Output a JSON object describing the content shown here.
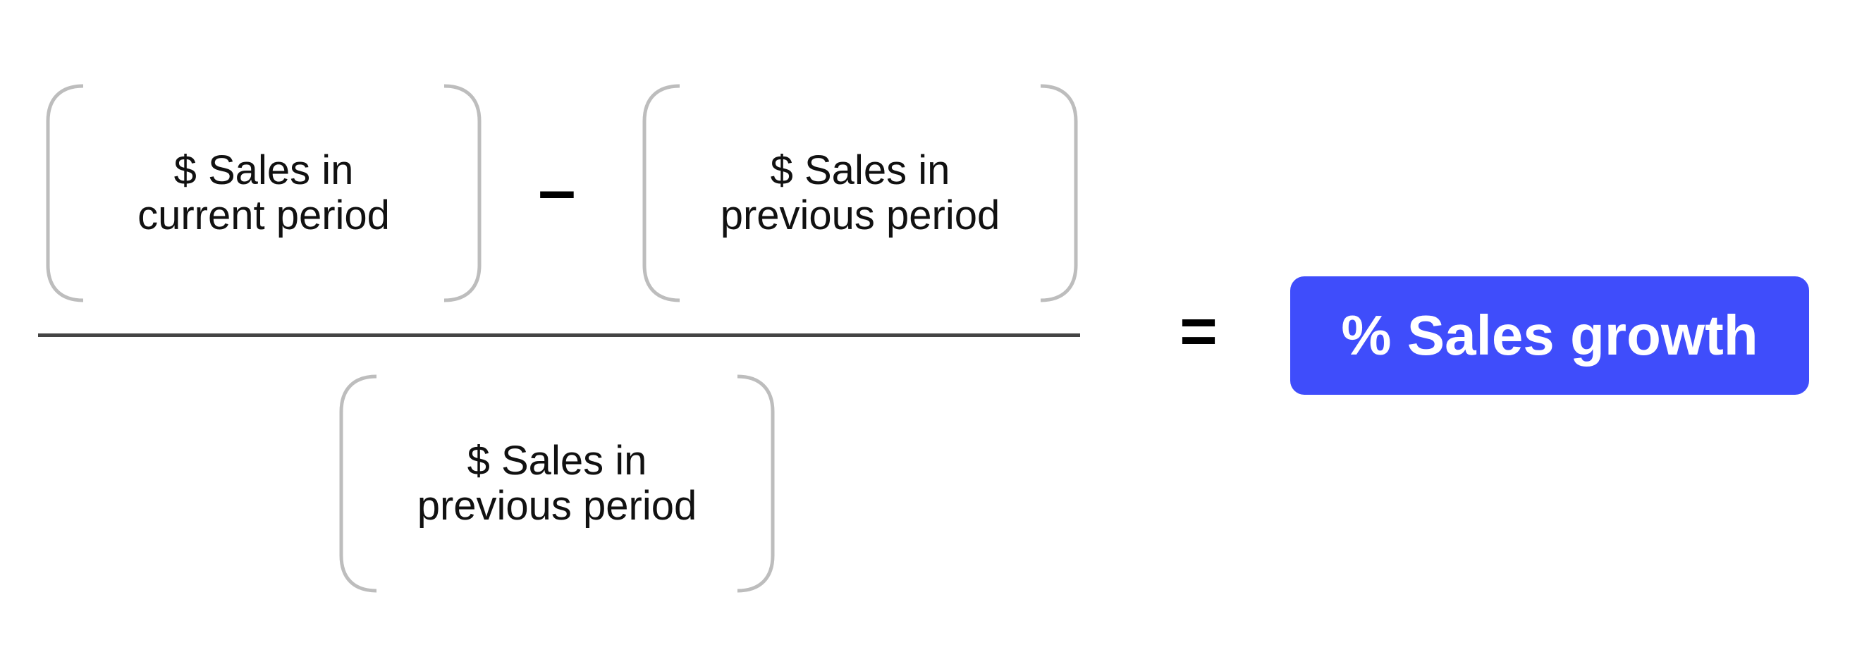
{
  "formula": {
    "minuend": {
      "line1": "$ Sales in",
      "line2": "current period"
    },
    "subtrahend": {
      "line1": "$ Sales in",
      "line2": "previous period"
    },
    "denominator": {
      "line1": "$ Sales in",
      "line2": "previous period"
    },
    "minus_symbol": "–",
    "equals_symbol": "=",
    "result_label": "% Sales growth"
  },
  "colors": {
    "bracket": "#bdbdbd",
    "fraction_line": "#444444",
    "result_background": "#3f4dfb",
    "result_text": "#ffffff"
  }
}
